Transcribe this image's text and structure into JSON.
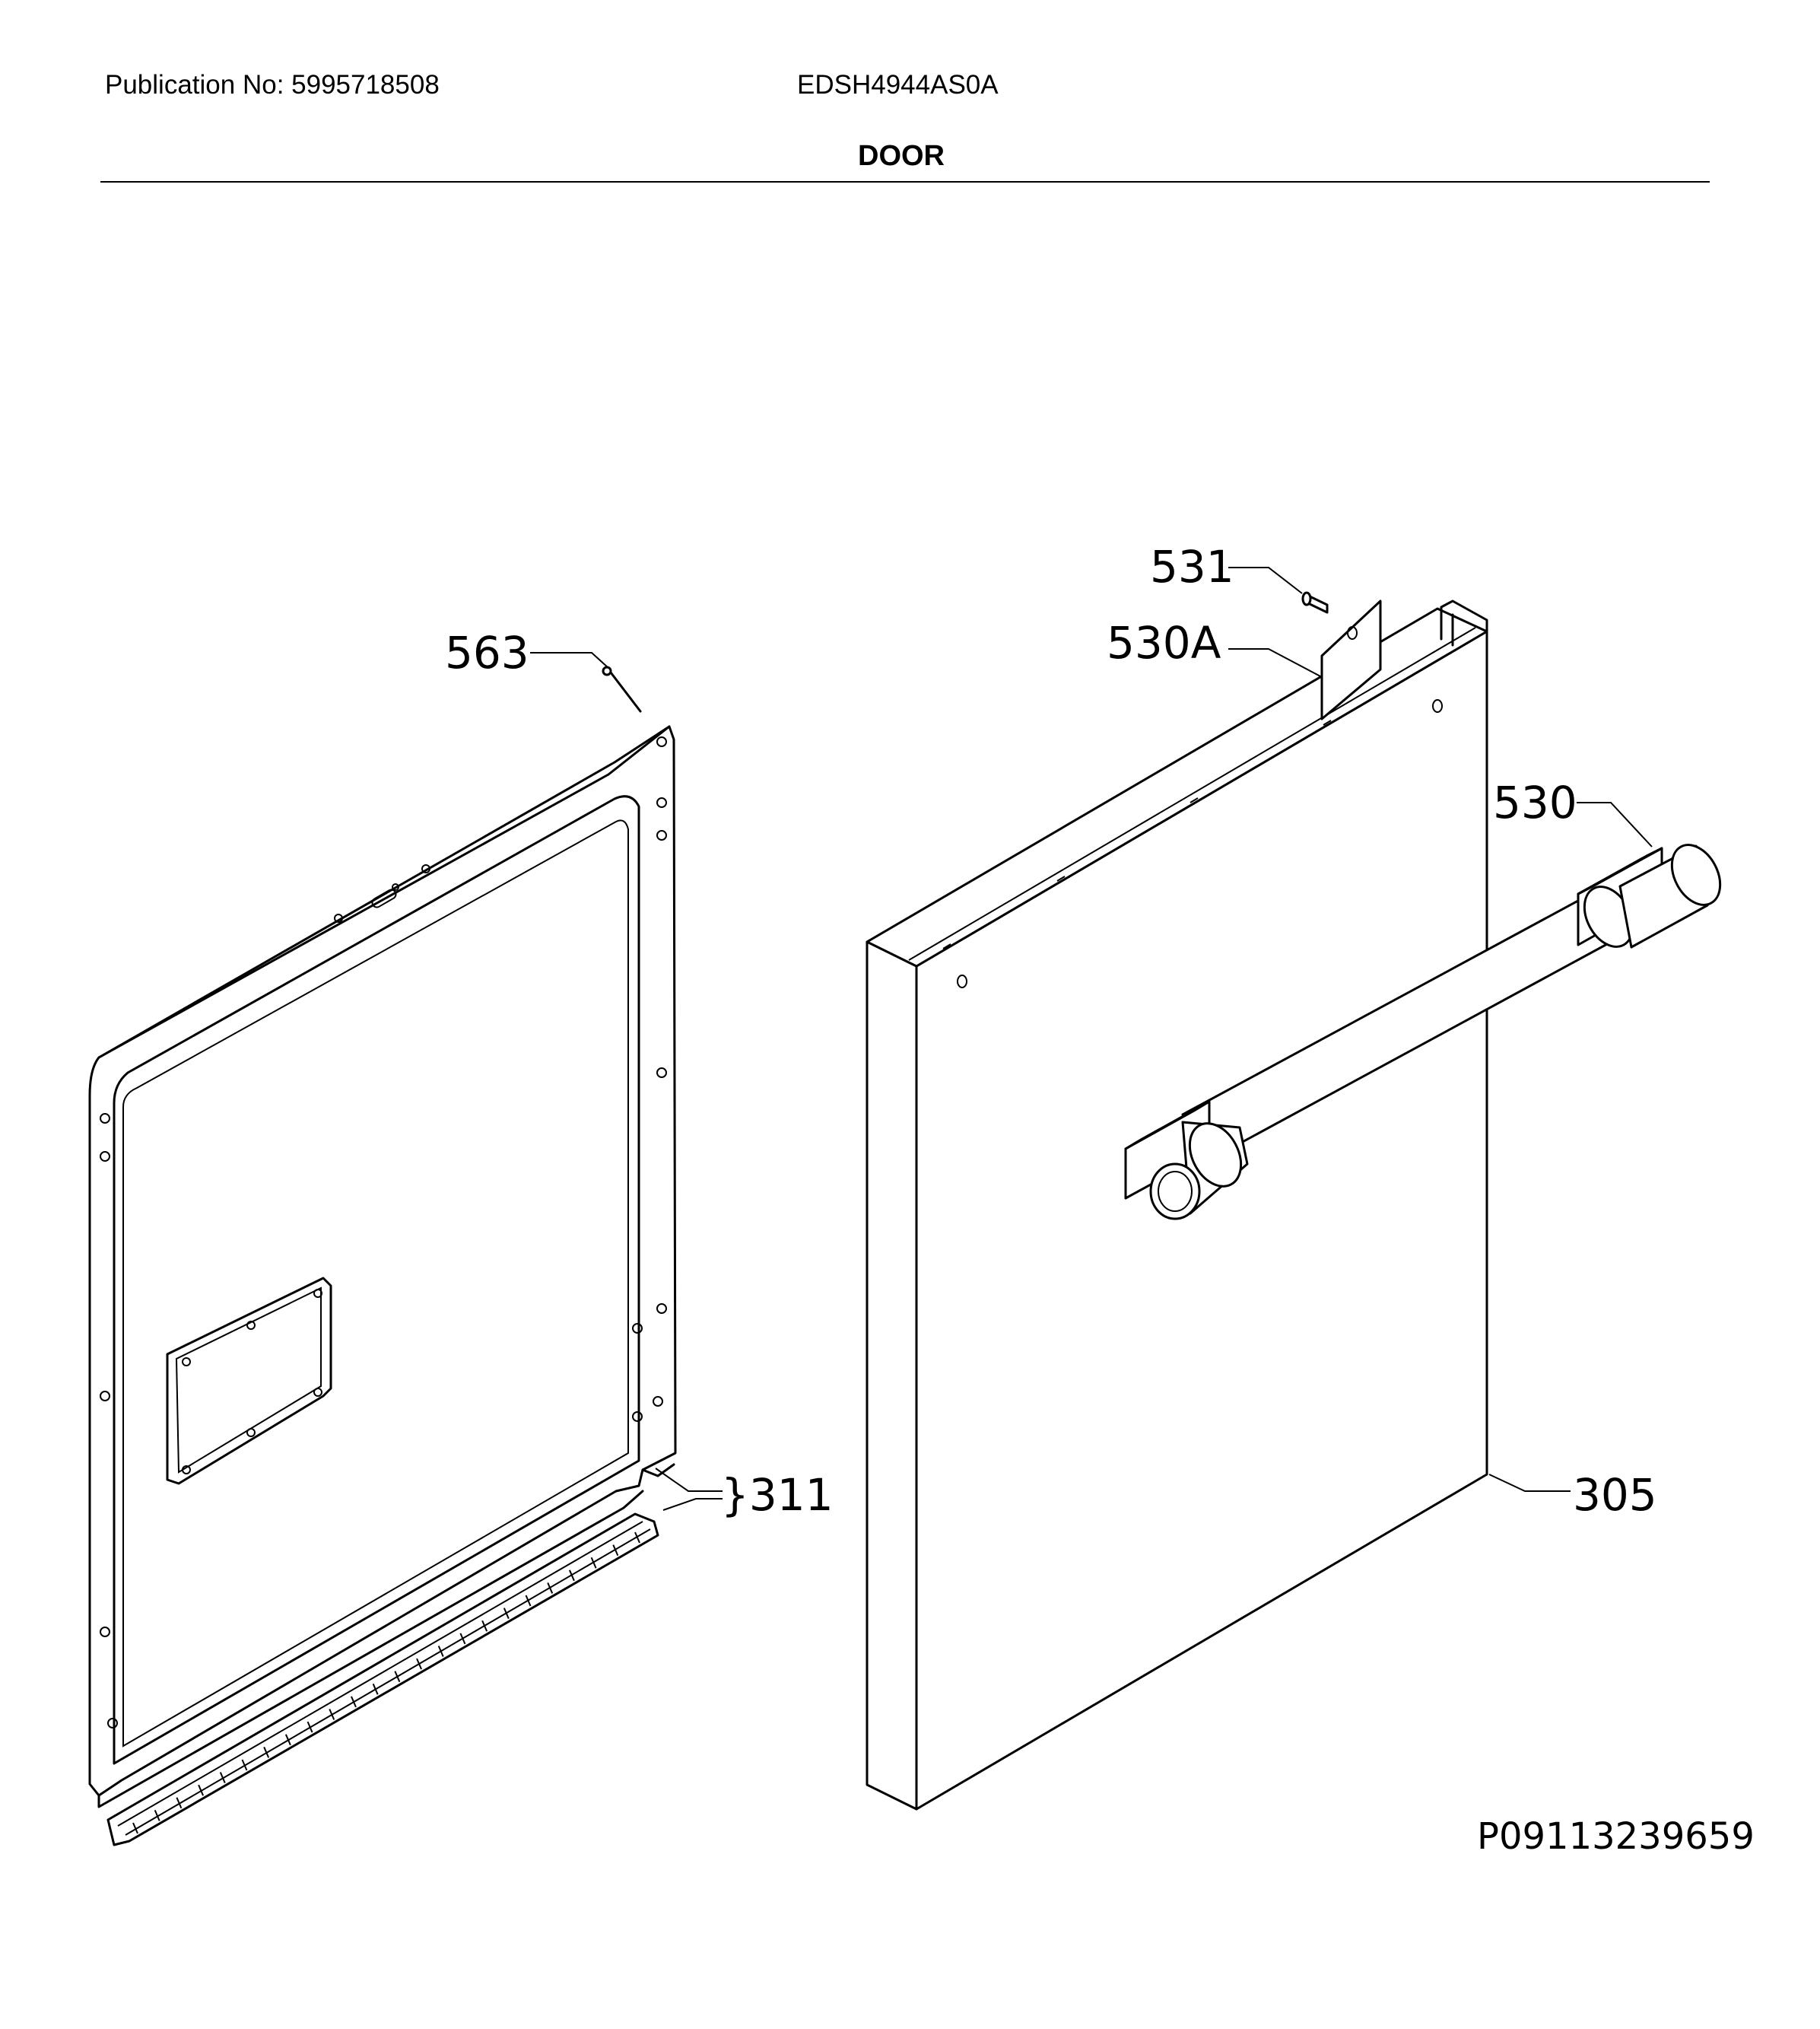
{
  "header": {
    "publication": "Publication No: 5995718508",
    "model": "EDSH4944AS0A",
    "section": "DOOR"
  },
  "callouts": {
    "p531": "531",
    "p530a": "530A",
    "p563": "563",
    "p530": "530",
    "p311": "}311",
    "p305": "305"
  },
  "figure_ref": "P09113239659"
}
